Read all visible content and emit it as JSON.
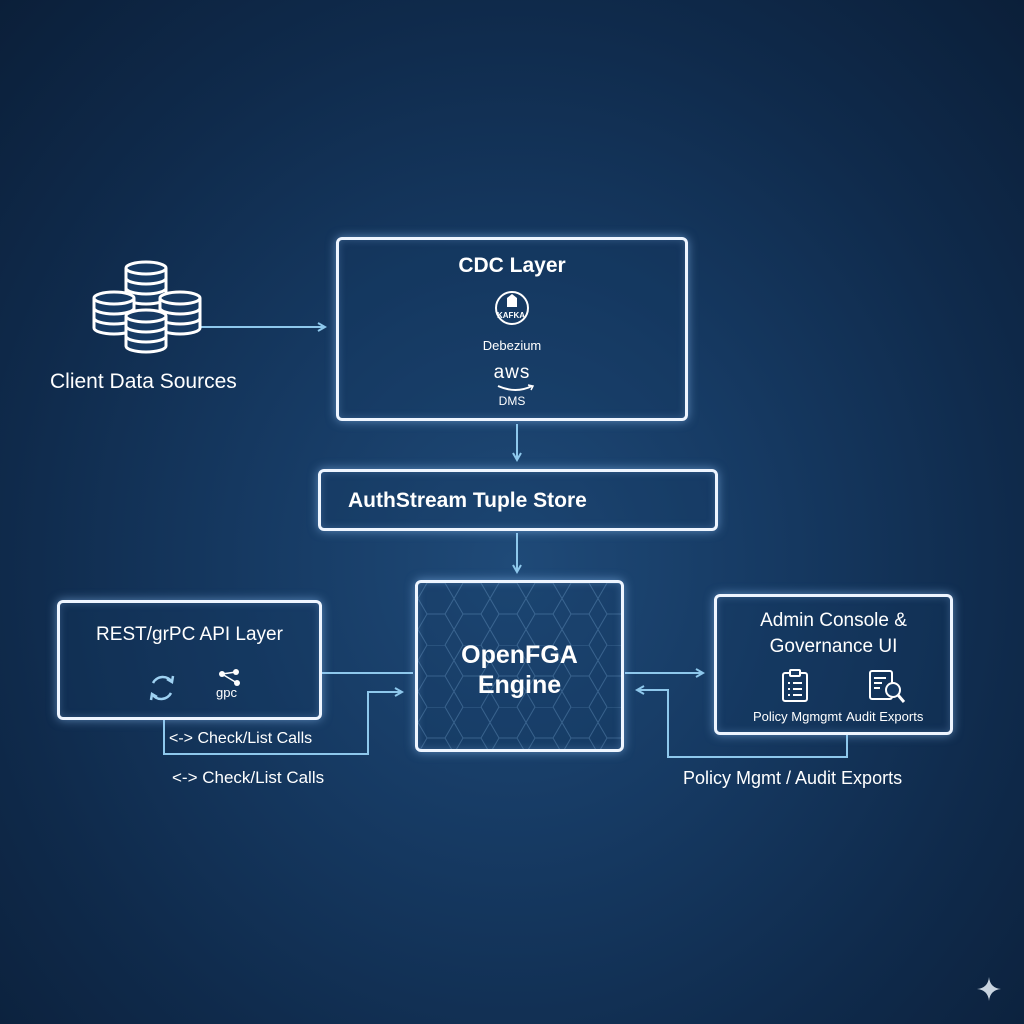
{
  "client_sources": {
    "label": "Client Data Sources",
    "icon": "database-stack-icon"
  },
  "cdc_layer": {
    "title": "CDC Layer",
    "kafka_label": "KAFKA",
    "debezium_label": "Debezium",
    "aws_label": "aws",
    "dms_label": "DMS"
  },
  "tuple_store": {
    "title": "AuthStream Tuple Store"
  },
  "api_layer": {
    "title": "REST/grPC API Layer",
    "grpc_label": "gpc",
    "call_label_inner": "<-> Check/List Calls",
    "call_label_outer": "<-> Check/List Calls"
  },
  "engine": {
    "title_line1": "OpenFGA",
    "title_line2": "Engine"
  },
  "admin": {
    "title_line1": "Admin Console &",
    "title_line2": "Governance UI",
    "policy_label": "Policy Mgmgmt",
    "audit_label": "Audit Exports",
    "bottom_label": "Policy Mgmt / Audit Exports"
  },
  "colors": {
    "line": "#8ec8ec",
    "border": "#eef5ff",
    "background": "#163a63"
  }
}
